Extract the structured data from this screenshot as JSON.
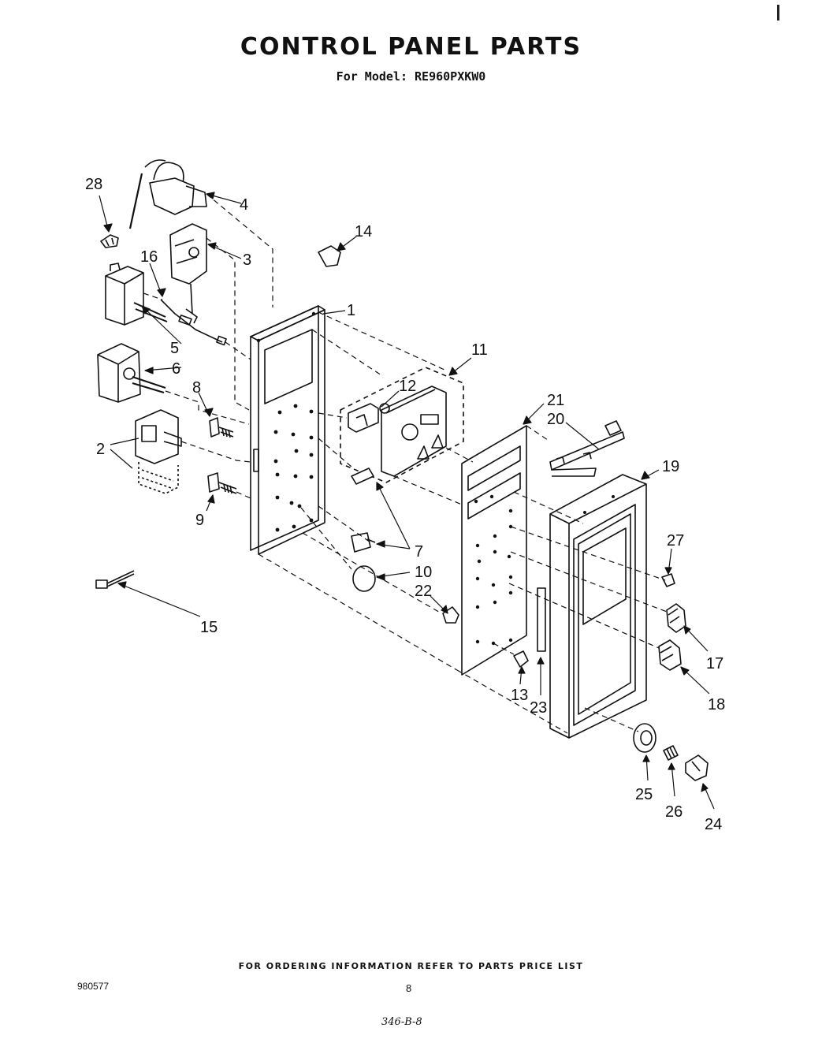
{
  "page": {
    "title": "CONTROL PANEL PARTS",
    "subtitle": "For Model: RE960PXKW0",
    "footer_note": "FOR ORDERING INFORMATION REFER TO PARTS PRICE LIST",
    "doc_number": "980577",
    "page_number": "8",
    "handwritten_note": "346-B-8"
  },
  "callouts": [
    "28",
    "4",
    "14",
    "3",
    "16",
    "1",
    "5",
    "6",
    "11",
    "12",
    "8",
    "21",
    "20",
    "2",
    "19",
    "9",
    "27",
    "7",
    "10",
    "22",
    "15",
    "17",
    "18",
    "13",
    "23",
    "25",
    "26",
    "24"
  ]
}
